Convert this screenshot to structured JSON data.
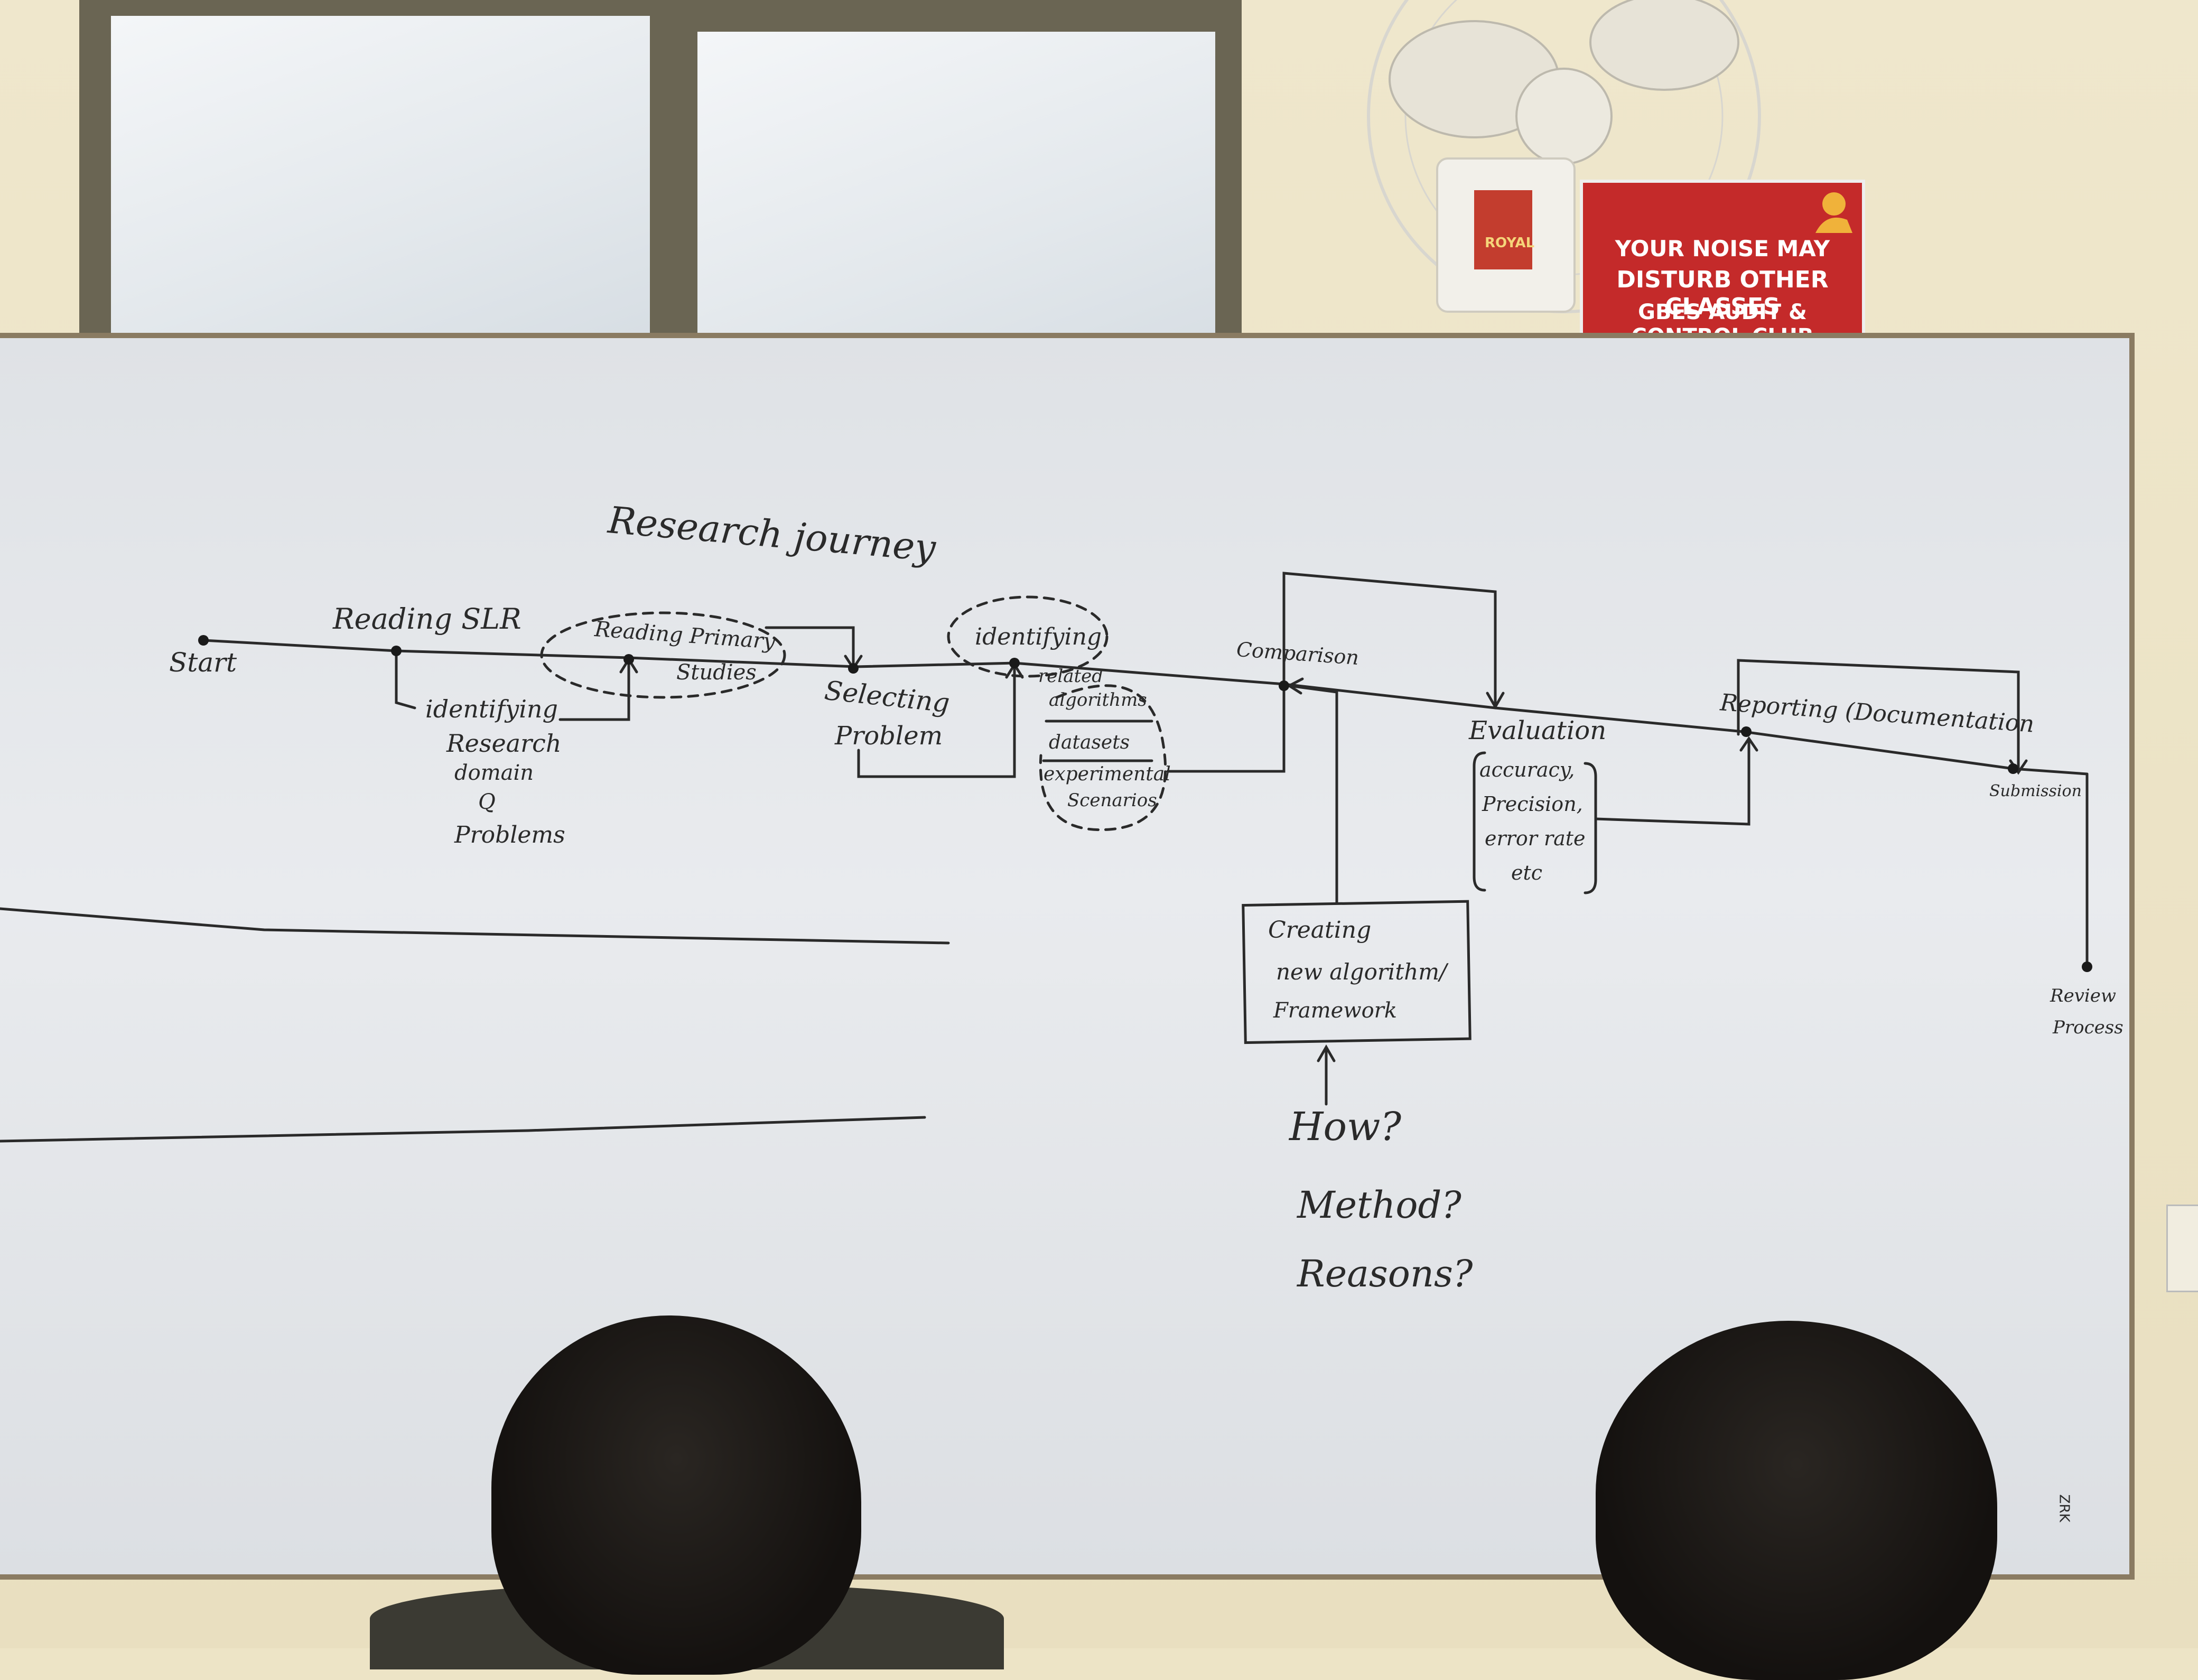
{
  "sign": {
    "logo_text": "ROYAL",
    "line1": "YOUR NOISE MAY",
    "line2": "DISTURB OTHER CLASSES",
    "line3": "GBES AUDIT & CONTROL CLUB"
  },
  "board": {
    "title": "Research journey",
    "start": "Start",
    "reading_slr": "Reading SLR",
    "identifying_research": [
      "identifying",
      "Research",
      "domain",
      "Q",
      "Problems"
    ],
    "reading_primary": [
      "Reading Primary",
      "Studies"
    ],
    "selecting_problem": [
      "Selecting",
      "Problem"
    ],
    "identifying2": "identifying",
    "identifying2_items": [
      "related",
      "algorithms",
      "datasets",
      "experimental",
      "Scenarios"
    ],
    "comparison": "Comparison",
    "evaluation": "Evaluation",
    "evaluation_items": [
      "accuracy,",
      "Precision,",
      "error rate",
      "etc"
    ],
    "reporting": "Reporting (Documentation",
    "submission": "Submission",
    "review": [
      "Review",
      "Process"
    ],
    "creating": [
      "Creating",
      "new algorithm/",
      "Framework"
    ],
    "questions": [
      "How?",
      "Method?",
      "Reasons?"
    ],
    "brand": "ZRK"
  }
}
